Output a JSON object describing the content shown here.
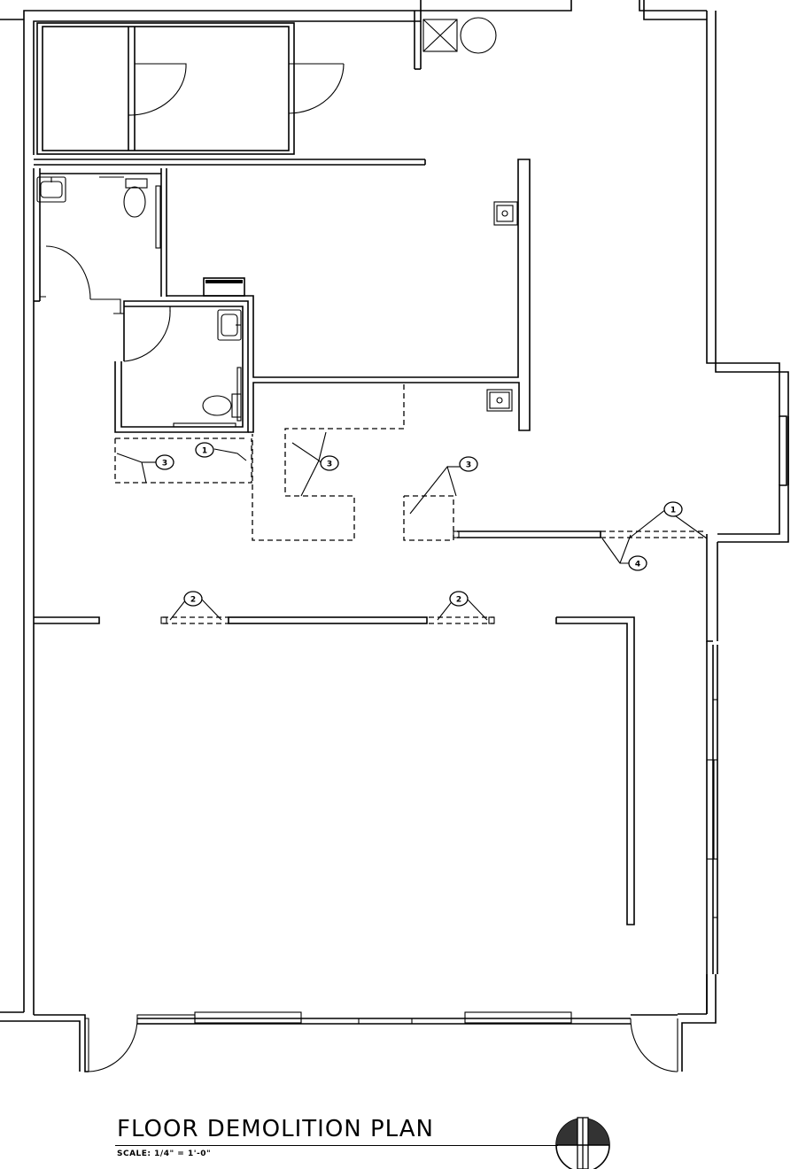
{
  "title": {
    "text": "FLOOR DEMOLITION PLAN",
    "scale": "SCALE: 1/4\" = 1'-0\""
  },
  "keynotes": [
    {
      "id": "k1a",
      "label": "1"
    },
    {
      "id": "k3a",
      "label": "3"
    },
    {
      "id": "k3b",
      "label": "3"
    },
    {
      "id": "k3c",
      "label": "3"
    },
    {
      "id": "k1b",
      "label": "1"
    },
    {
      "id": "k4",
      "label": "4"
    },
    {
      "id": "k2a",
      "label": "2"
    },
    {
      "id": "k2b",
      "label": "2"
    }
  ],
  "icons": {
    "north_arrow": "north-arrow-icon",
    "sink": "sink-icon",
    "toilet": "toilet-icon"
  }
}
